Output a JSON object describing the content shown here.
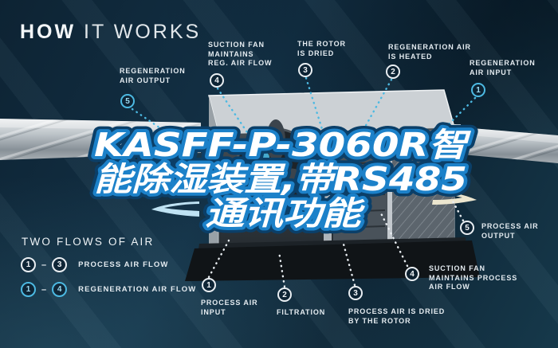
{
  "title": {
    "bold": "HOW",
    "light": " IT WORKS"
  },
  "headline": {
    "line1": "KASFF-P-3060R智",
    "line2": "能除湿装置,带RS485",
    "line3": "通讯功能",
    "fill_color": "#ffffff",
    "stroke_color": "#1c81c9"
  },
  "colors": {
    "background": "#0f2837",
    "accent_cyan": "#4cb9e2",
    "label_white": "#e4ebf0",
    "duct_silver": "#b9c0c5",
    "cream_arrow": "#ece6cf"
  },
  "callouts": {
    "top": [
      {
        "num": "5",
        "lines": [
          "REGENERATION",
          "AIR OUTPUT",
          ""
        ]
      },
      {
        "num": "4",
        "lines": [
          "SUCTION FAN",
          "MAINTAINS",
          "REG. AIR FLOW"
        ]
      },
      {
        "num": "3",
        "lines": [
          "THE ROTOR",
          "IS DRIED",
          ""
        ]
      },
      {
        "num": "2",
        "lines": [
          "REGENERATION AIR",
          "IS HEATED",
          ""
        ]
      },
      {
        "num": "1",
        "lines": [
          "REGENERATION",
          "AIR INPUT",
          ""
        ]
      }
    ],
    "bottom": [
      {
        "num": "1",
        "lines": [
          "PROCESS AIR",
          "INPUT",
          ""
        ]
      },
      {
        "num": "2",
        "lines": [
          "FILTRATION",
          "",
          ""
        ]
      },
      {
        "num": "3",
        "lines": [
          "PROCESS AIR IS DRIED",
          "BY THE ROTOR",
          ""
        ]
      },
      {
        "num": "4",
        "lines": [
          "SUCTION FAN",
          "MAINTAINS PROCESS",
          "AIR FLOW"
        ]
      },
      {
        "num": "5",
        "lines": [
          "PROCESS AIR",
          "OUTPUT",
          ""
        ]
      }
    ]
  },
  "legend": {
    "heading": "TWO FLOWS OF AIR",
    "rows": [
      {
        "from": "1",
        "to": "3",
        "label": "PROCESS AIR FLOW",
        "style": "process"
      },
      {
        "from": "1",
        "to": "4",
        "label": "REGENERATION AIR FLOW",
        "style": "regeneration"
      }
    ],
    "dash": "–"
  }
}
